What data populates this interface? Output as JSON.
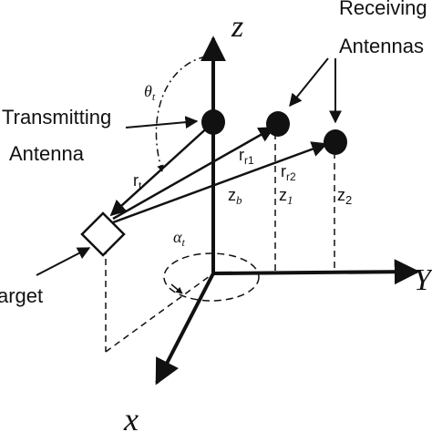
{
  "axes": {
    "z": "z",
    "x": "x",
    "y": "Y"
  },
  "labels": {
    "receiving_line1": "Receiving",
    "receiving_line2": "Antennas",
    "transmitting_line1": "Transmitting",
    "transmitting_line2": "Antenna",
    "target": "Target",
    "theta_main": "θ",
    "theta_sub": "t",
    "alpha_main": "α",
    "alpha_sub": "t",
    "rt_main": "r",
    "rt_sub": "t",
    "rr1_main": "r",
    "rr1_sub": "r1",
    "rr2_main": "r",
    "rr2_sub": "r2",
    "zb_main": "z",
    "zb_sub": "b",
    "z1_main": "z",
    "z1_sub": "1",
    "z2_main": "z",
    "z2_sub": "2"
  },
  "colors": {
    "ink": "#111111",
    "background": "#ffffff"
  }
}
